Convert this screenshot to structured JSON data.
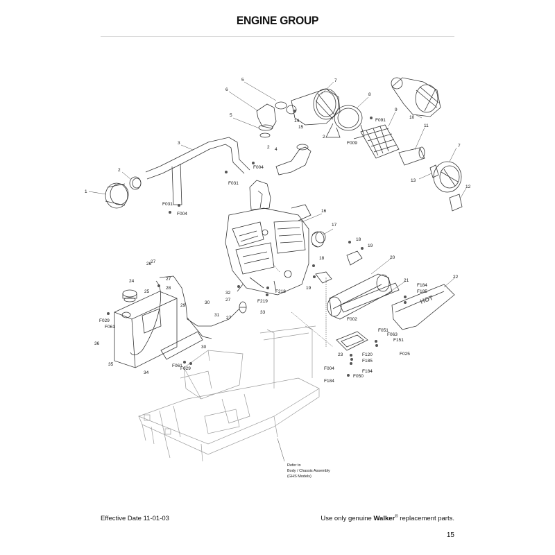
{
  "header": {
    "title": "ENGINE GROUP"
  },
  "callouts": {
    "c1": "1",
    "c2a": "2",
    "c2b": "2",
    "c2c": "2",
    "c3": "3",
    "c4": "4",
    "c5a": "5",
    "c5b": "5",
    "c6": "6",
    "c7a": "7",
    "c7b": "7",
    "c8": "8",
    "c9": "9",
    "c10": "10",
    "c11": "11",
    "c12": "12",
    "c13": "13",
    "c14": "14",
    "c15": "15",
    "c16": "16",
    "c17": "17",
    "c18a": "18",
    "c18b": "18",
    "c19a": "19",
    "c19b": "19",
    "c20": "20",
    "c21": "21",
    "c22": "22",
    "c23": "23",
    "c24": "24",
    "c25": "25",
    "c26": "26",
    "c27a": "27",
    "c27b": "27",
    "c27c": "27",
    "c27d": "27",
    "c28": "28",
    "c29": "29",
    "c30a": "30",
    "c30b": "30",
    "c31": "31",
    "c32": "32",
    "c33": "33",
    "c34": "34",
    "c35": "35",
    "c36": "36",
    "f004a": "F004",
    "f004b": "F004",
    "f004c": "F004",
    "f009": "F009",
    "f025": "F025",
    "f029a": "F029",
    "f029b": "F029",
    "f031a": "F031",
    "f031b": "F031",
    "f050": "F050",
    "f051": "F051",
    "f061a": "F061",
    "f061b": "F061",
    "f063": "F063",
    "f091": "F091",
    "f120": "F120",
    "f151": "F151",
    "f184a": "F184",
    "f184b": "F184",
    "f184c": "F184",
    "f185a": "F185",
    "f185b": "F185",
    "f218": "F218",
    "f219": "F219",
    "f002": "F002"
  },
  "reference_note": {
    "line1": "Refer to",
    "line2": "Body / Chassis Assembly",
    "line3": "(GHS Models)"
  },
  "decals": {
    "hot": "HOT"
  },
  "footer": {
    "effective_date": "Effective Date 11-01-03",
    "notice_prefix": "Use only genuine ",
    "brand": "Walker",
    "registered": "®",
    "notice_suffix": " replacement parts.",
    "page_number": "15"
  }
}
